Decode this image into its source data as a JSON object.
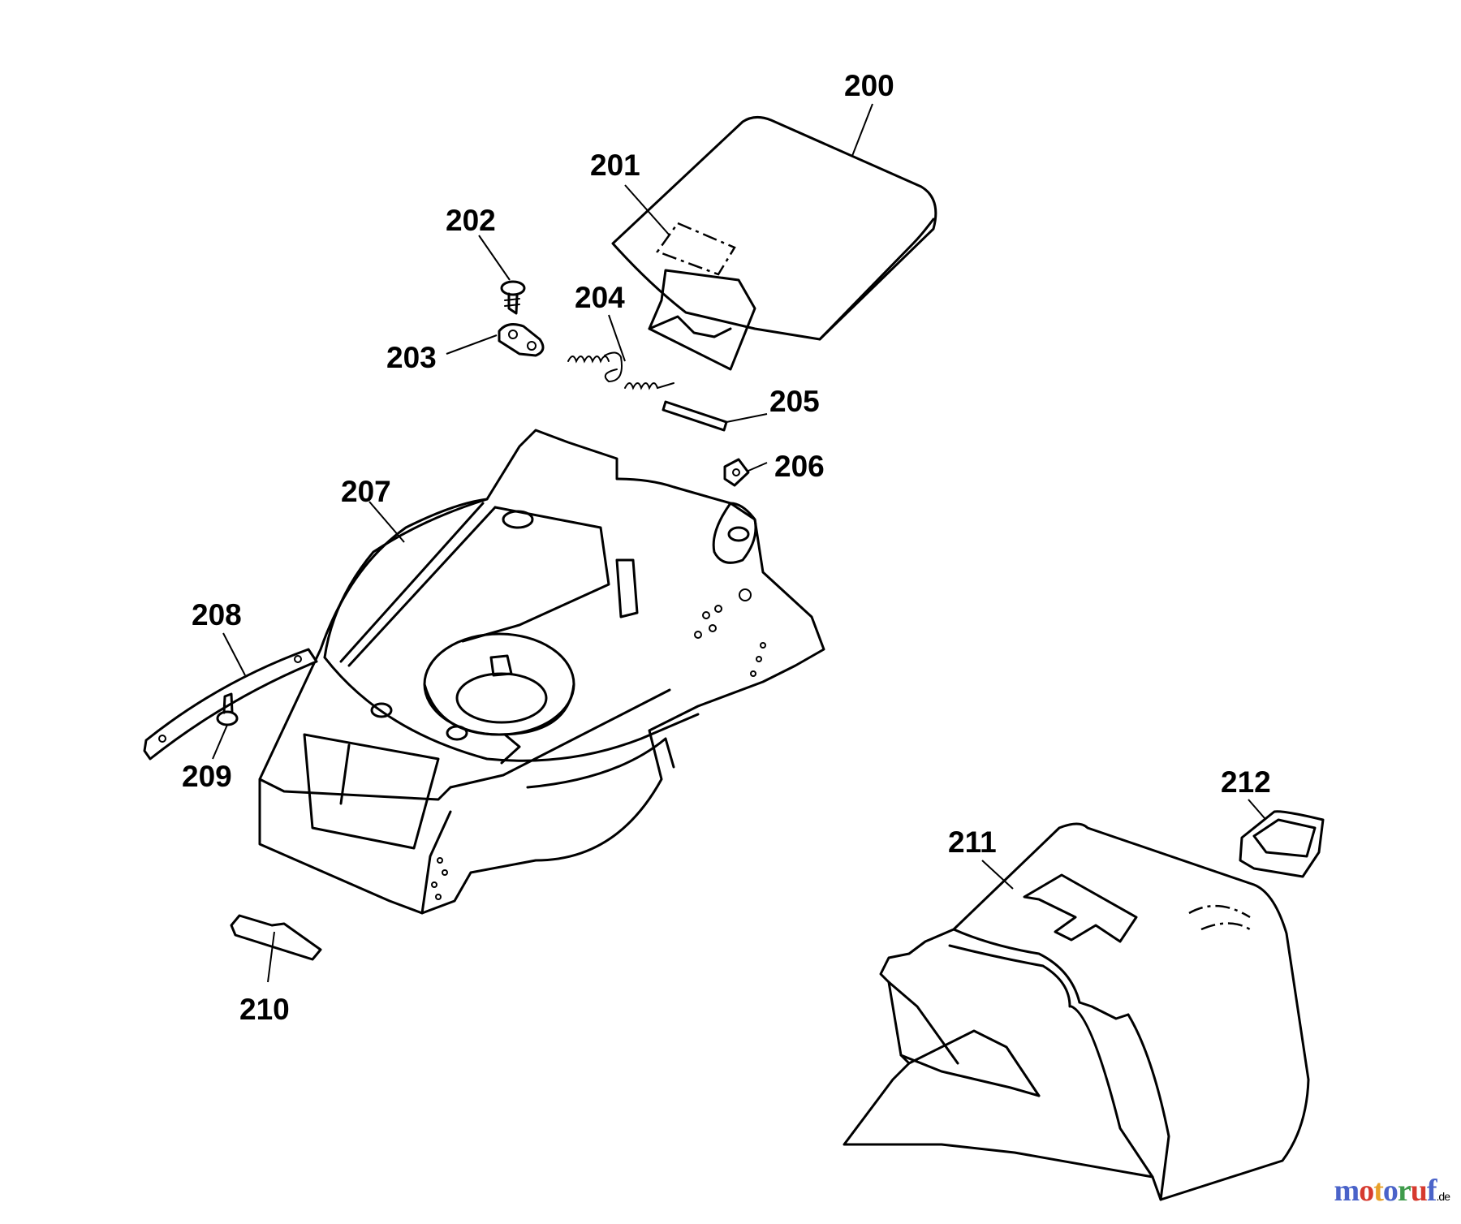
{
  "callouts": {
    "c200": "200",
    "c201": "201",
    "c202": "202",
    "c203": "203",
    "c204": "204",
    "c205": "205",
    "c206": "206",
    "c207": "207",
    "c208": "208",
    "c209": "209",
    "c210": "210",
    "c211": "211",
    "c212": "212"
  },
  "watermark": {
    "letters": [
      "m",
      "o",
      "t",
      "o",
      "r",
      "u",
      "f"
    ],
    "colors": [
      "#4a63c9",
      "#d63a2f",
      "#e8a02a",
      "#4a63c9",
      "#3f9b4b",
      "#d63a2f",
      "#4a63c9"
    ],
    "tld": ".de"
  }
}
